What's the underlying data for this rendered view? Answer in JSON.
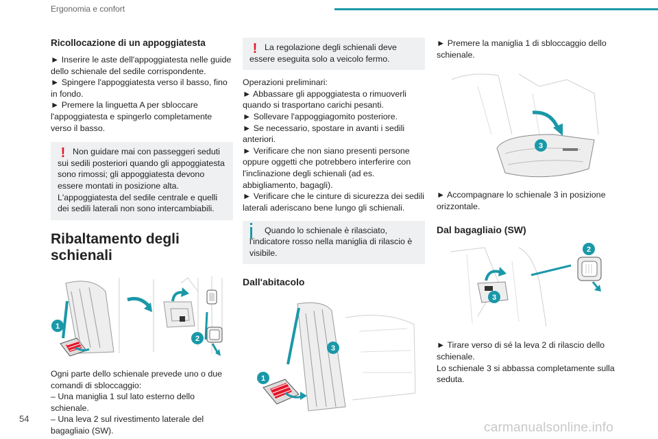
{
  "header": {
    "section": "Ergonomia e confort"
  },
  "page_number": "54",
  "watermark": "carmanualsonline.info",
  "col1": {
    "heading": "Ricollocazione di un appoggiatesta",
    "steps": [
      "► Inserire le aste dell'appoggiatesta nelle guide dello schienale del sedile corrispondente.",
      "► Spingere l'appoggiatesta verso il basso, fino in fondo.",
      "► Premere la linguetta A per sbloccare l'appoggiatesta e spingerlo completamente verso il basso."
    ],
    "warning": "Non guidare mai con passeggeri seduti sui sedili posteriori quando gli appoggiatesta sono rimossi; gli appoggiatesta devono essere montati in posizione alta. L'appoggiatesta del sedile centrale e quelli dei sedili laterali non sono intercambiabili.",
    "section_title": "Ribaltamento degli schienali",
    "fig_labels": [
      "1",
      "2"
    ],
    "intro": "Ogni parte dello schienale prevede uno o due comandi di sbloccaggio:",
    "items": [
      "– Una maniglia 1 sul lato esterno dello schienale.",
      "– Una leva 2 sul rivestimento laterale del bagagliaio (SW)."
    ]
  },
  "col2": {
    "warning": "La regolazione degli schienali deve essere eseguita solo a veicolo fermo.",
    "prelim_title": "Operazioni preliminari:",
    "prelim": [
      "► Abbassare gli appoggiatesta o rimuoverli quando si trasportano carichi pesanti.",
      "► Sollevare l'appoggiagomito posteriore.",
      "► Se necessario, spostare in avanti i sedili anteriori.",
      "► Verificare che non siano presenti persone oppure oggetti che potrebbero interferire con l'inclinazione degli schienali (ad es. abbigliamento, bagagli).",
      "► Verificare che le cinture di sicurezza dei sedili laterali aderiscano bene lungo gli schienali."
    ],
    "info": "Quando lo schienale è rilasciato, l'indicatore rosso nella maniglia di rilascio è visibile.",
    "subheading": "Dall'abitacolo",
    "fig_labels": [
      "3",
      "1"
    ]
  },
  "col3": {
    "step1": "► Premere la maniglia 1 di sbloccaggio dello schienale.",
    "fig1_labels": [
      "3"
    ],
    "step2": "► Accompagnare lo schienale 3 in posizione orizzontale.",
    "subheading": "Dal bagagliaio (SW)",
    "fig2_labels": [
      "2",
      "3"
    ],
    "step3": "► Tirare verso di sé la leva 2 di rilascio dello schienale.",
    "step4": "Lo schienale 3 si abbassa completamente sulla seduta."
  },
  "colors": {
    "accent": "#1a98a8",
    "warning": "#e4172b",
    "note_bg": "#eef0f1"
  }
}
